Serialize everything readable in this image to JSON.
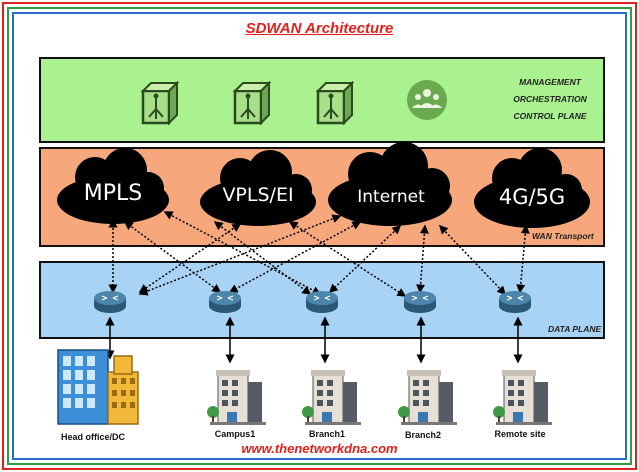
{
  "title": "SDWAN Architecture",
  "management_plane": {
    "lines": [
      "MANAGEMENT",
      "ORCHESTRATION",
      "CONTROL PLANE"
    ]
  },
  "wan_transport": {
    "label": "WAN Transport",
    "clouds": [
      "MPLS",
      "VPLS/EI",
      "Internet",
      "4G/5G"
    ]
  },
  "data_plane": {
    "label": "DATA PLANE"
  },
  "sites": [
    "Head office/DC",
    "Campus1",
    "Branch1",
    "Branch2",
    "Remote site"
  ],
  "website": "www.thenetworkdna.com",
  "colors": {
    "outer_border_red": "#e0201a",
    "outer_border_green": "#2f9e47",
    "outer_border_blue": "#2a6cc9",
    "management_fill": "#a9f28f",
    "transport_fill": "#f6a87c",
    "data_fill": "#a9d3f5",
    "cloud": "#000000",
    "router": "#3d6f90",
    "title_text": "#e0201a"
  }
}
